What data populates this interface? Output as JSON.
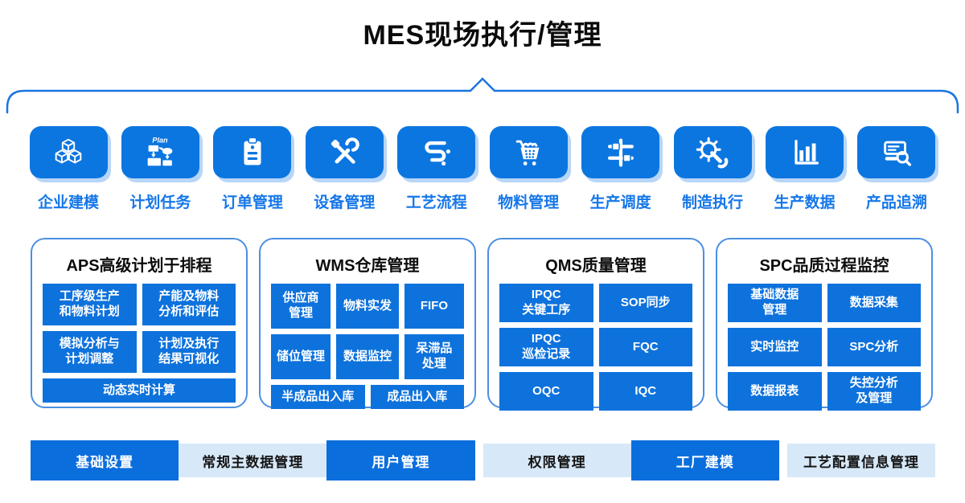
{
  "title": "MES现场执行/管理",
  "colors": {
    "tile_blue": "#0c76e0",
    "cell_blue": "#0e72dc",
    "label_blue": "#1677e8",
    "panel_border_blue": "#4a90e2",
    "bar_dark_blue": "#0b6edd",
    "bar_light_blue": "#d7e8f8",
    "brace_blue": "#1b74e0"
  },
  "modules": [
    {
      "label": "企业建模",
      "icon": "cubes-icon"
    },
    {
      "label": "计划任务",
      "icon": "plan-flowchart-icon"
    },
    {
      "label": "订单管理",
      "icon": "clipboard-icon"
    },
    {
      "label": "设备管理",
      "icon": "crossed-tools-icon"
    },
    {
      "label": "工艺流程",
      "icon": "process-route-icon"
    },
    {
      "label": "物料管理",
      "icon": "cart-icon"
    },
    {
      "label": "生产调度",
      "icon": "sliders-icon"
    },
    {
      "label": "制造执行",
      "icon": "gear-wrench-icon"
    },
    {
      "label": "生产数据",
      "icon": "bar-chart-icon"
    },
    {
      "label": "产品追溯",
      "icon": "document-search-icon"
    }
  ],
  "panels": [
    {
      "title": "APS高级计划于排程",
      "cells": [
        "工序级生产\n和物料计划",
        "产能及物料\n分析和评估",
        "模拟分析与\n计划调整",
        "计划及执行\n结果可视化",
        "动态实时计算"
      ]
    },
    {
      "title": "WMS仓库管理",
      "cells": [
        "供应商\n管理",
        "物料实发",
        "FIFO",
        "储位管理",
        "数据监控",
        "呆滞品\n处理",
        "半成品出入库",
        "成品出入库"
      ]
    },
    {
      "title": "QMS质量管理",
      "cells": [
        "IPQC\n关键工序",
        "SOP同步",
        "IPQC\n巡检记录",
        "FQC",
        "OQC",
        "IQC"
      ]
    },
    {
      "title": "SPC品质过程监控",
      "cells": [
        "基础数据\n管理",
        "数据采集",
        "实时监控",
        "SPC分析",
        "数据报表",
        "失控分析\n及管理"
      ]
    }
  ],
  "bottom_bar": [
    {
      "label": "基础设置",
      "variant": "dark"
    },
    {
      "label": "常规主数据管理",
      "variant": "light"
    },
    {
      "label": "用户管理",
      "variant": "dark"
    },
    {
      "label": "权限管理",
      "variant": "light"
    },
    {
      "label": "工厂建模",
      "variant": "dark"
    },
    {
      "label": "工艺配置信息管理",
      "variant": "light"
    }
  ]
}
